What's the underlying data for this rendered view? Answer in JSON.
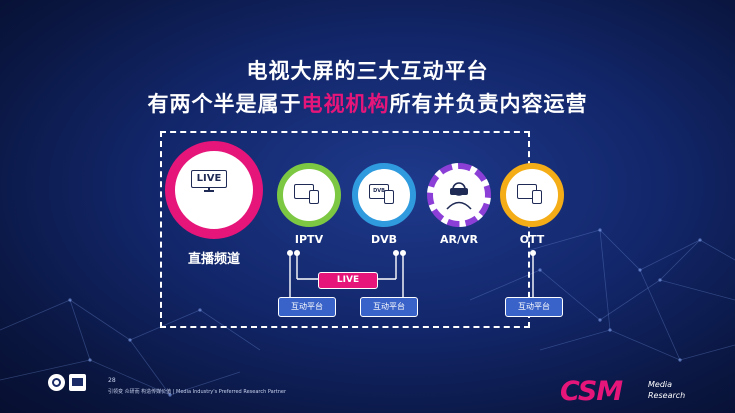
{
  "title": {
    "line1": "电视大屏的三大互动平台",
    "line2_before": "有两个半是属于",
    "line2_highlight": "电视机构",
    "line2_after": "所有并负责内容运营"
  },
  "platforms": {
    "live": {
      "label": "直播频道",
      "badge": "LIVE",
      "color": "#e6157a"
    },
    "iptv": {
      "label": "IPTV",
      "color": "#7cc843"
    },
    "dvb": {
      "label": "DVB",
      "screen_text": "DVB",
      "color": "#2f9bde"
    },
    "arvr": {
      "label": "AR/VR",
      "color": "#8b3fd6"
    },
    "ott": {
      "label": "OTT",
      "color": "#f4ad16"
    }
  },
  "live_pill": "LIVE",
  "interactive_platform_label": "互动平台",
  "footer": {
    "page": "28",
    "tagline": "引领变 众研而  构造传媒价值 | Media Industry's Preferred Research Partner",
    "brand": "CSM",
    "brand_sub1": "Media",
    "brand_sub2": "Research"
  },
  "colors": {
    "accent": "#e6157a",
    "background": "#12266a",
    "platform_box": "#3a63c9"
  }
}
